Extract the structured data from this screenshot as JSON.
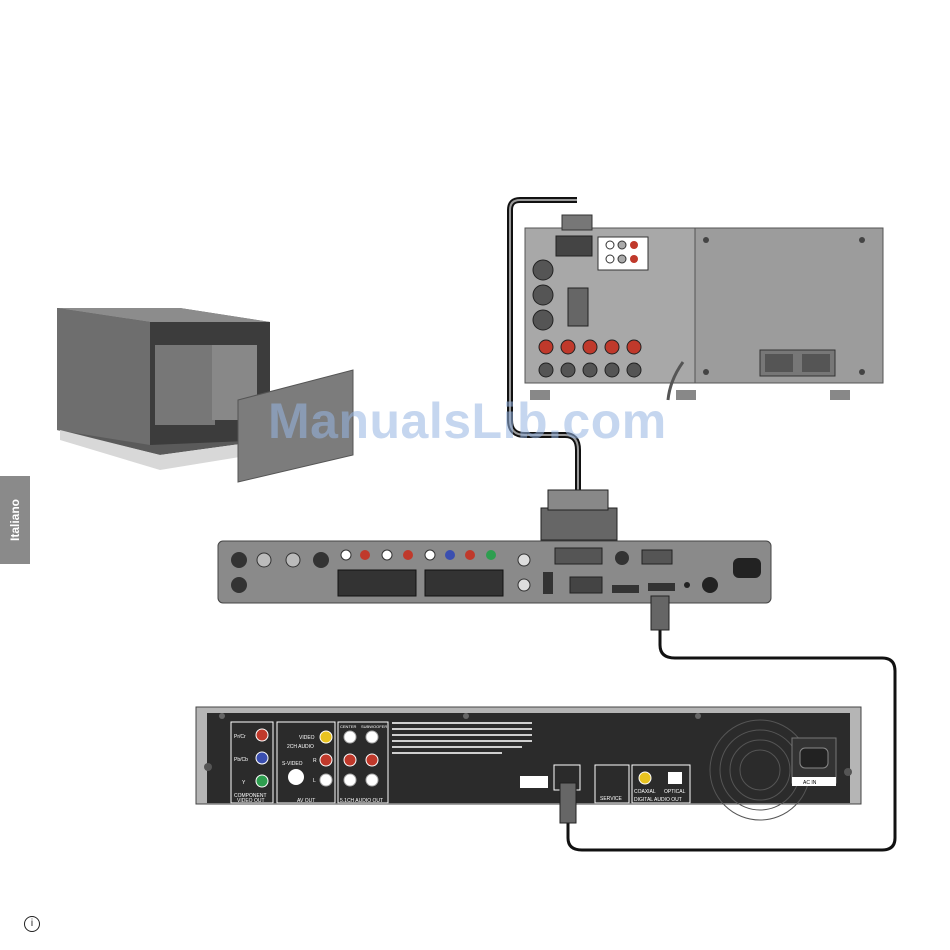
{
  "side_tab": {
    "label": "Italiano"
  },
  "watermark": "ManualsLib.com",
  "footer": {
    "page_icon": "i"
  },
  "dvd_player": {
    "component_labels": [
      "Pr/Cr",
      "Pb/Cb",
      "Y"
    ],
    "component_group": "COMPONENT\nVIDEO OUT",
    "component_group_l1": "COMPONENT",
    "component_group_l2": "VIDEO OUT",
    "av_video": "VIDEO",
    "av_2ch": "2CH AUDIO",
    "av_svideo": "S-VIDEO",
    "av_r": "R",
    "av_l": "L",
    "av_group": "AV OUT",
    "center": "CENTER",
    "subwoofer": "SUBWOOFER",
    "audio_group": "5.1CH AUDIO OUT",
    "service": "SERVICE",
    "coaxial": "COAXIAL",
    "optical": "OPTICAL",
    "digital_group": "DIGITAL AUDIO OUT",
    "ac_in": "AC IN"
  },
  "colors": {
    "panel_dark": "#2b2b2b",
    "panel_grey": "#7a7a7a",
    "connector_red": "#c0392b",
    "connector_yellow": "#e8c320",
    "connector_green": "#2e9e4f",
    "connector_blue": "#3b4fb0",
    "watermark": "#9cb4e1"
  }
}
